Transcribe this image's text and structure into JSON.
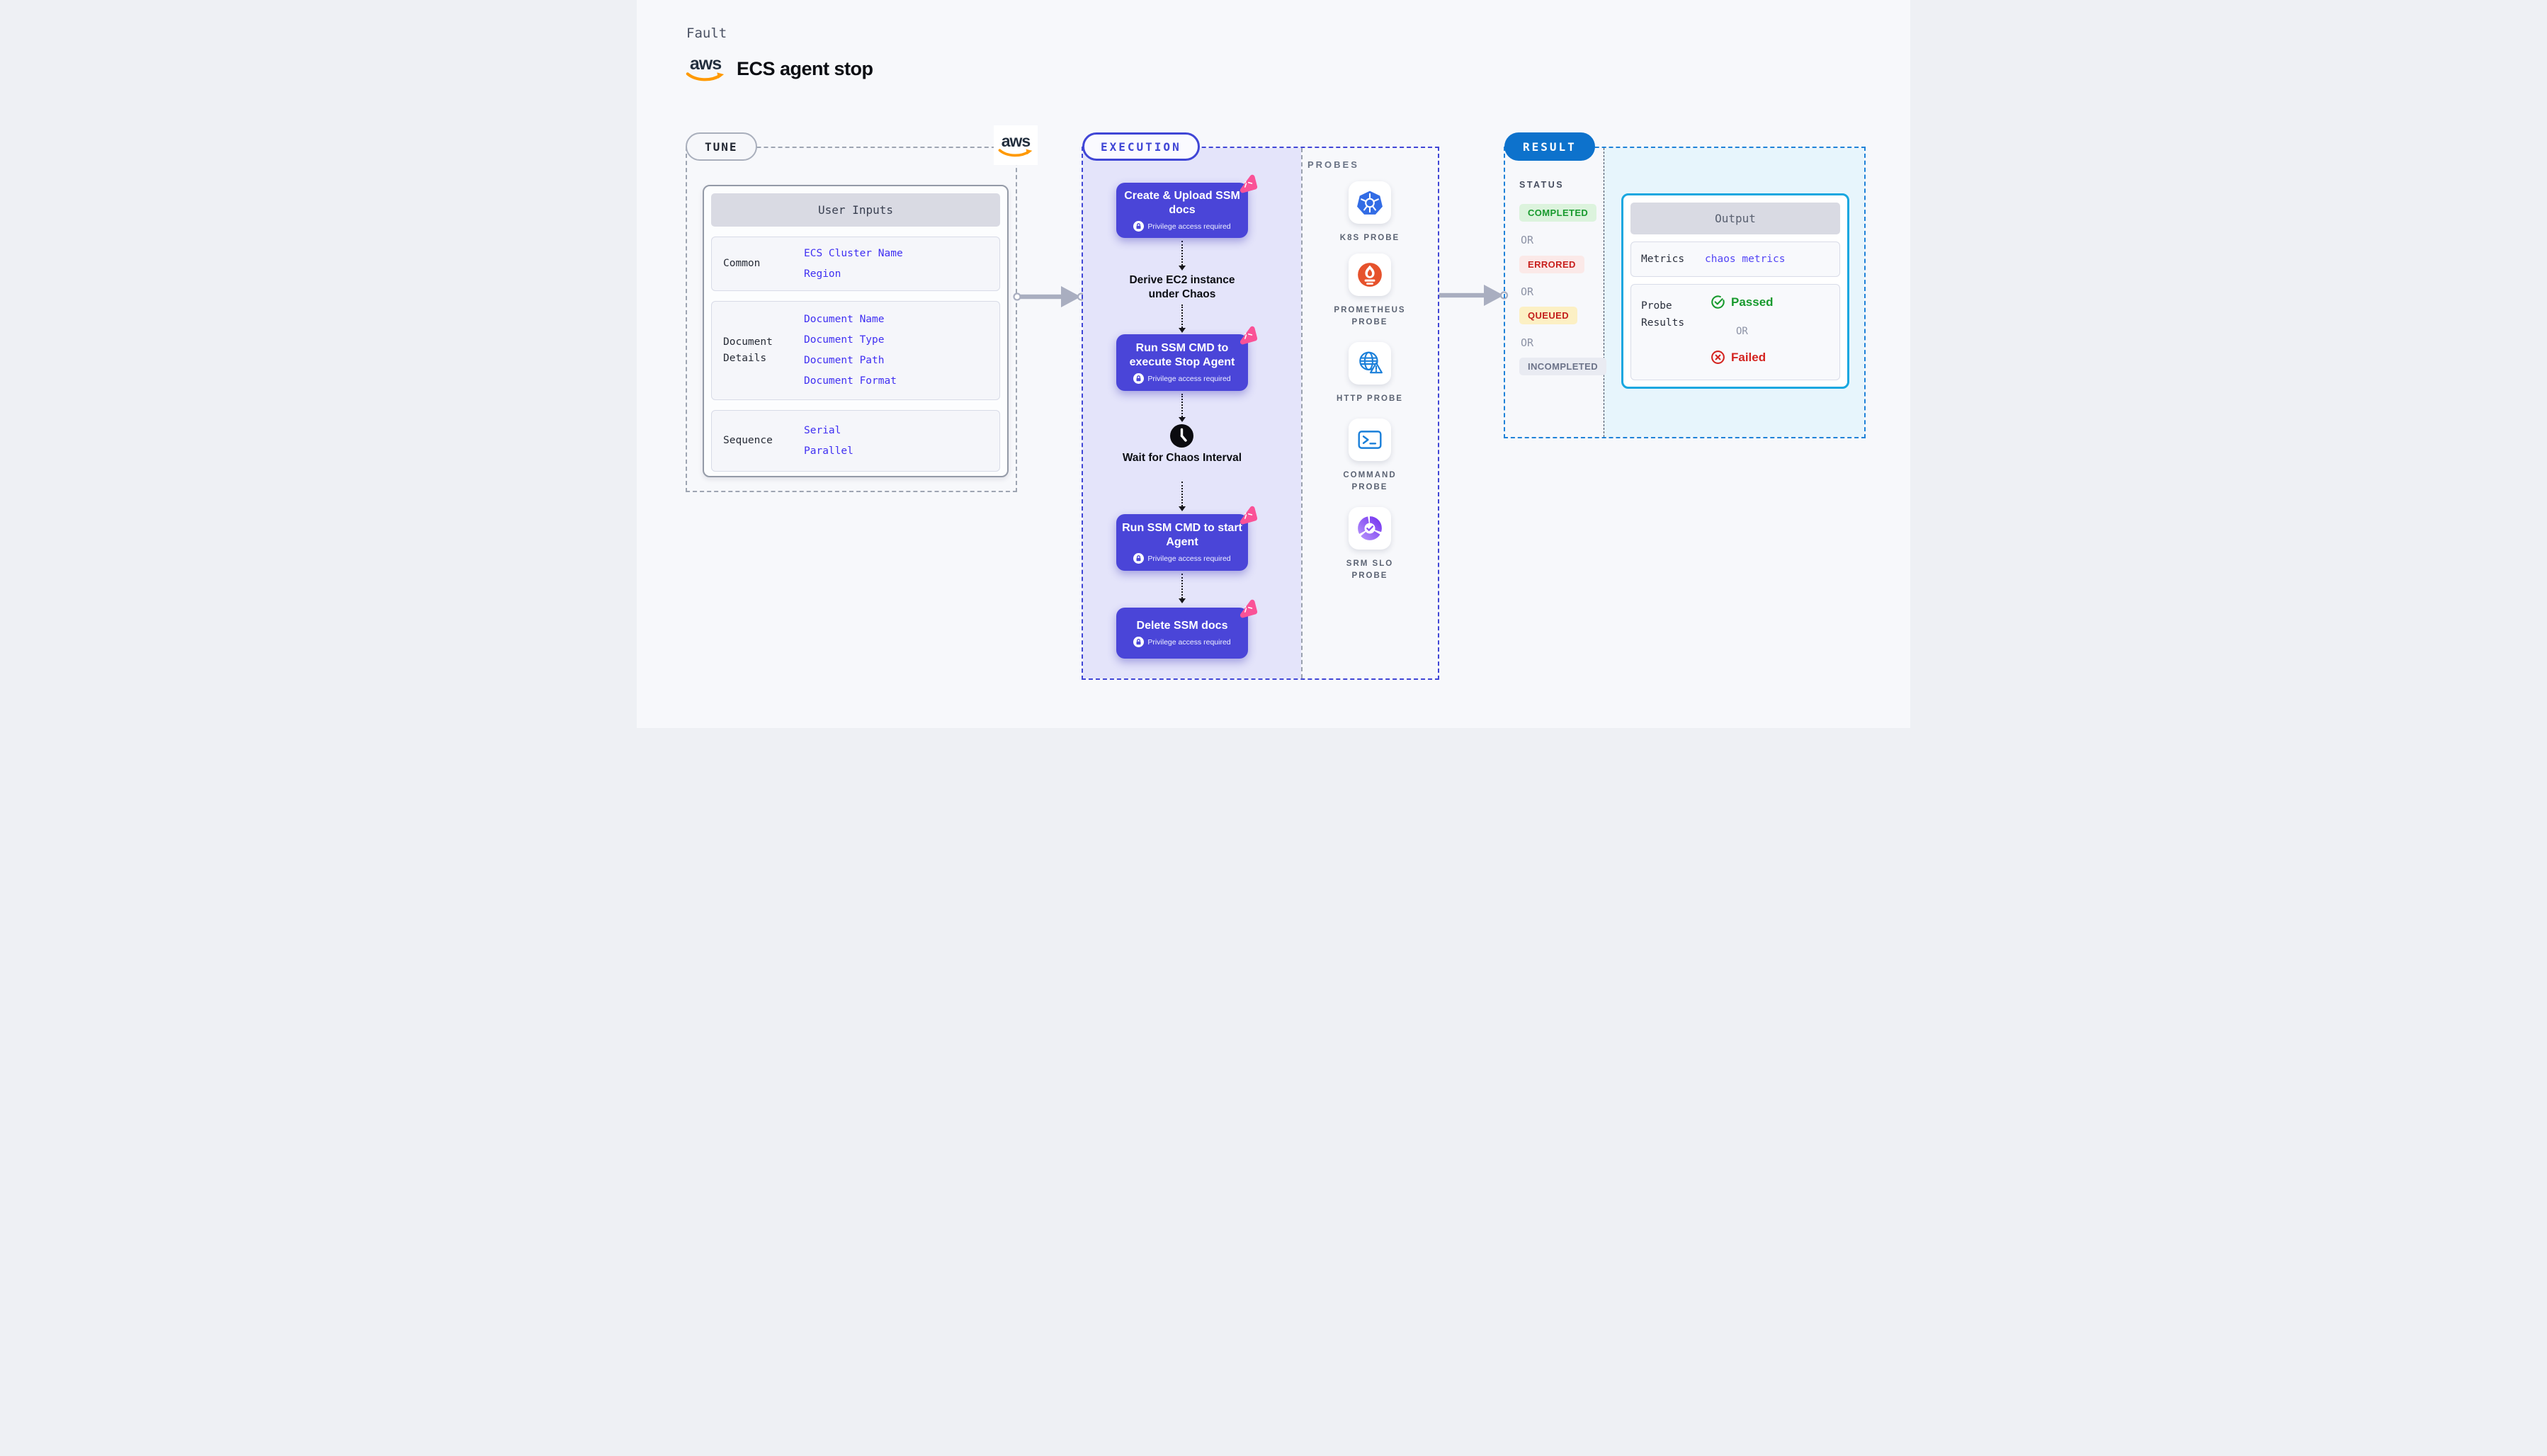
{
  "header": {
    "fault_label": "Fault",
    "aws_logo_text": "aws",
    "title": "ECS agent stop"
  },
  "tune": {
    "pill_label": "TUNE",
    "card": {
      "header": "User Inputs",
      "rows": [
        {
          "label": "Common",
          "values": [
            "ECS Cluster Name",
            "Region"
          ]
        },
        {
          "label": "Document Details",
          "values": [
            "Document Name",
            "Document Type",
            "Document Path",
            "Document Format"
          ]
        },
        {
          "label": "Sequence",
          "values": [
            "Serial",
            "Parallel"
          ]
        }
      ]
    }
  },
  "execution": {
    "pill_label": "EXECUTION",
    "privilege_note": "Privilege access required",
    "steps": [
      {
        "title": "Create & Upload SSM docs"
      },
      {
        "title": "Run SSM CMD to execute Stop Agent"
      },
      {
        "title": "Run SSM CMD to start Agent"
      },
      {
        "title": "Delete SSM docs"
      }
    ],
    "notes": [
      {
        "text": "Derive EC2 instance under Chaos"
      },
      {
        "text": "Wait for Chaos Interval"
      }
    ]
  },
  "probes": {
    "heading": "PROBES",
    "items": [
      {
        "label": "K8S PROBE",
        "icon": "kubernetes-icon"
      },
      {
        "label": "PROMETHEUS PROBE",
        "icon": "prometheus-icon"
      },
      {
        "label": "HTTP PROBE",
        "icon": "http-globe-icon"
      },
      {
        "label": "COMMAND PROBE",
        "icon": "terminal-icon"
      },
      {
        "label": "SRM SLO PROBE",
        "icon": "srm-slo-donut-icon"
      }
    ]
  },
  "result": {
    "pill_label": "RESULT",
    "status_heading": "STATUS",
    "or_label": "OR",
    "statuses": [
      {
        "label": "COMPLETED",
        "text_color": "#189A2E",
        "bg_color": "#DCF3DD"
      },
      {
        "label": "ERRORED",
        "text_color": "#C8201D",
        "bg_color": "#FBE9E8"
      },
      {
        "label": "QUEUED",
        "text_color": "#C31F1C",
        "bg_color": "#FCF0C4"
      },
      {
        "label": "INCOMPLETED",
        "text_color": "#6C7389",
        "bg_color": "#E9EBF2"
      }
    ],
    "output": {
      "header": "Output",
      "metrics_label": "Metrics",
      "metrics_value": "chaos metrics",
      "probe_results_label": "Probe Results",
      "passed_label": "Passed",
      "or_label": "OR",
      "failed_label": "Failed"
    }
  },
  "colors": {
    "page_bg": "#F7F8FB",
    "aws_orange": "#FF9900",
    "aws_navy": "#232F3E",
    "tune_link_blue": "#3F2FF2",
    "execution_indigo": "#4046D6",
    "step_purple": "#4A45D8",
    "execution_lavender_bg": "#E4E4FA",
    "pink_badge": "#FA5297",
    "result_pill_blue": "#0D72CC",
    "result_border_blue": "#1F82D8",
    "output_cyan_border": "#17A7E0",
    "result_cyan_bg": "#E7F5FC",
    "passed_green": "#189A2E",
    "failed_red": "#D42420",
    "metrics_link_blue": "#5244F5",
    "kubernetes_blue": "#326CE5",
    "prometheus_orange": "#E6522C",
    "probe_icon_blue": "#1A7FD9",
    "srm_purple": "#7A3BF0",
    "arrow_gray": "#A9AEC0"
  }
}
